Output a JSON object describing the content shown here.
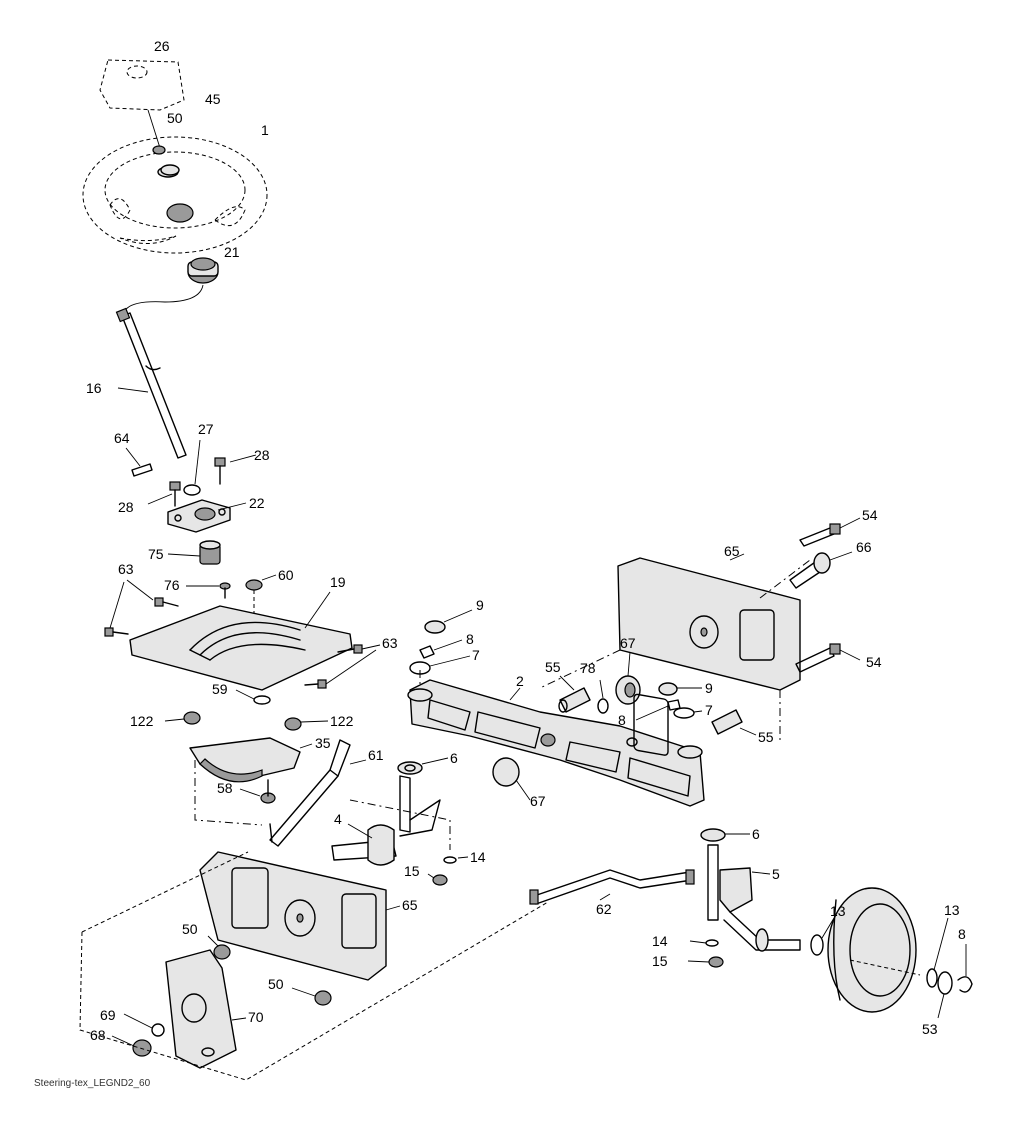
{
  "caption": "Steering-tex_LEGND2_60",
  "callouts": {
    "c_26": "26",
    "c_45": "45",
    "c_50a": "50",
    "c_1": "1",
    "c_21": "21",
    "c_16": "16",
    "c_27": "27",
    "c_28a": "28",
    "c_64": "64",
    "c_28b": "28",
    "c_22": "22",
    "c_75": "75",
    "c_76": "76",
    "c_60": "60",
    "c_63a": "63",
    "c_19": "19",
    "c_63b": "63",
    "c_59": "59",
    "c_122a": "122",
    "c_122b": "122",
    "c_35": "35",
    "c_58": "58",
    "c_61": "61",
    "c_9a": "9",
    "c_8a": "8",
    "c_7a": "7",
    "c_6a": "6",
    "c_4": "4",
    "c_14a": "14",
    "c_15a": "15",
    "c_2": "2",
    "c_55a": "55",
    "c_78": "78",
    "c_67a": "67",
    "c_9b": "9",
    "c_8b": "8",
    "c_7b": "7",
    "c_55b": "55",
    "c_67b": "67",
    "c_65a": "65",
    "c_54a": "54",
    "c_66": "66",
    "c_54b": "54",
    "c_6b": "6",
    "c_5": "5",
    "c_62": "62",
    "c_13a": "13",
    "c_13b": "13",
    "c_8c": "8",
    "c_14b": "14",
    "c_15b": "15",
    "c_53": "53",
    "c_65b": "65",
    "c_50b": "50",
    "c_50c": "50",
    "c_69": "69",
    "c_68": "68",
    "c_70": "70"
  }
}
